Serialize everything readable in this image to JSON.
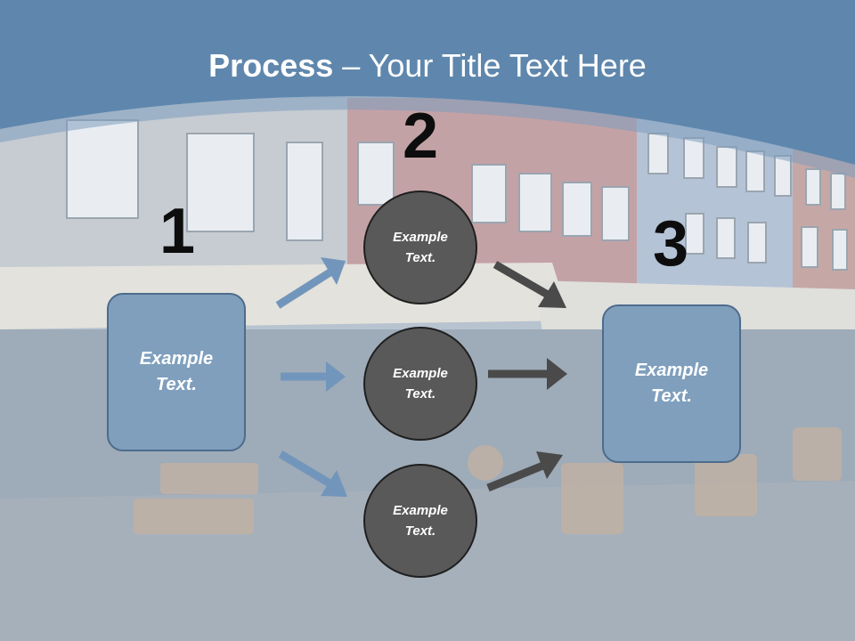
{
  "title": {
    "bold": "Process",
    "rest": " – Your Title Text Here"
  },
  "steps": [
    {
      "number": "1",
      "label_line1": "Example",
      "label_line2": "Text."
    },
    {
      "number": "2"
    },
    {
      "number": "3",
      "label_line1": "Example",
      "label_line2": "Text."
    }
  ],
  "circles": [
    {
      "line1": "Example",
      "line2": "Text."
    },
    {
      "line1": "Example",
      "line2": "Text."
    },
    {
      "line1": "Example",
      "line2": "Text."
    }
  ],
  "colors": {
    "header_band": "#5f87ad",
    "box_fill": "#7f9fbd",
    "box_border": "#4d6c8c",
    "circle_fill": "#595959",
    "left_arrows": "#7296bb",
    "right_arrows": "#4a4a4a"
  }
}
